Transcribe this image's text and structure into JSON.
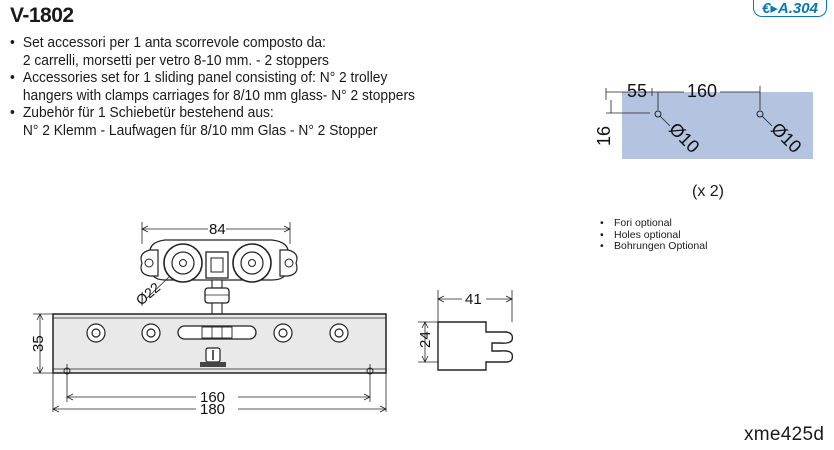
{
  "product": {
    "code": "V-1802",
    "description_it": [
      "Set accessori per 1 anta scorrevole composto da:",
      "2 carrelli, morsetti per vetro 8-10 mm. - 2 stoppers"
    ],
    "description_en": [
      "Accessories set for 1 sliding panel consisting of: N° 2 trolley",
      "hangers with clamps carriages for 8/10 mm glass-  N° 2 stoppers"
    ],
    "description_de": [
      "Zubehör für 1 Schiebetür bestehend aus:",
      "N° 2 Klemm - Laufwagen für 8/10 mm Glas - N° 2 Stopper"
    ]
  },
  "badge": {
    "symbol": "€",
    "arrow": "▸",
    "ref": "A.304",
    "color": "#0b77b3"
  },
  "holes_diagram": {
    "dim_55": "55",
    "dim_160": "160",
    "dim_16": "16",
    "hole_1": "Ø10",
    "hole_2": "Ø10",
    "multiplier": "(x 2)",
    "notes": [
      "Fori optional",
      "Holes optional",
      "Bohrungen Optional"
    ],
    "panel_color": "#b3c3e0"
  },
  "main_drawing": {
    "dim_84": "84",
    "dim_22": "Ø22",
    "dim_35": "35",
    "dim_160": "160",
    "dim_180": "180"
  },
  "stopper_drawing": {
    "dim_41": "41",
    "dim_24": "24"
  },
  "doc_code": "xme425d"
}
